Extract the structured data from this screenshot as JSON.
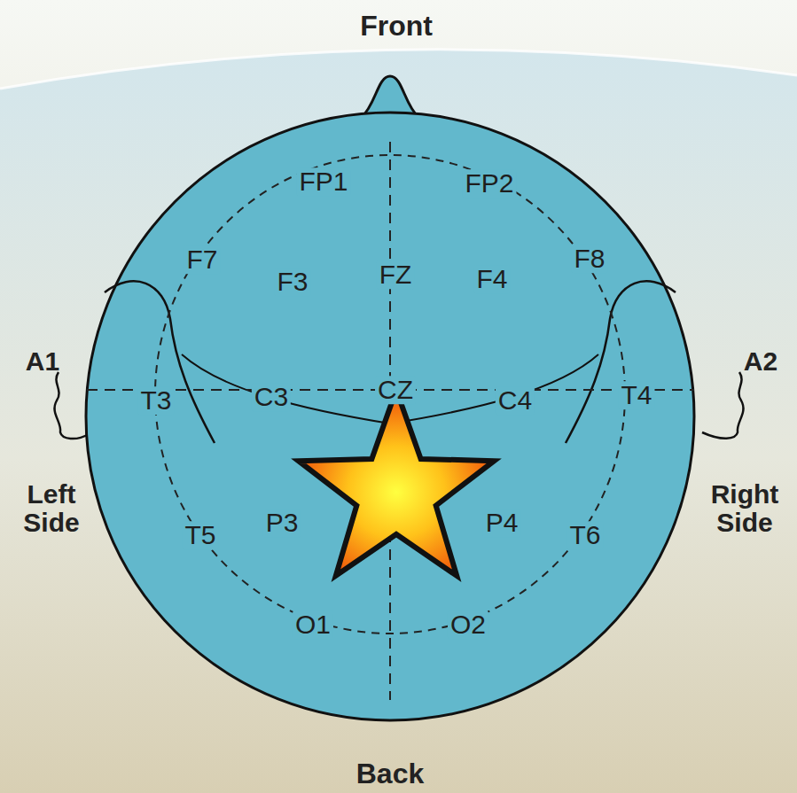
{
  "diagram": {
    "labels": [
      "Front",
      "FP1",
      "FP2",
      "F7",
      "F3",
      "FZ",
      "F4",
      "F8",
      "A1",
      "A2",
      "T3",
      "C3",
      "CZ",
      "C4",
      "T4",
      "Left Side",
      "Right Side",
      "T5",
      "P3",
      "P4",
      "T6",
      "O1",
      "O2",
      "Back"
    ]
  }
}
